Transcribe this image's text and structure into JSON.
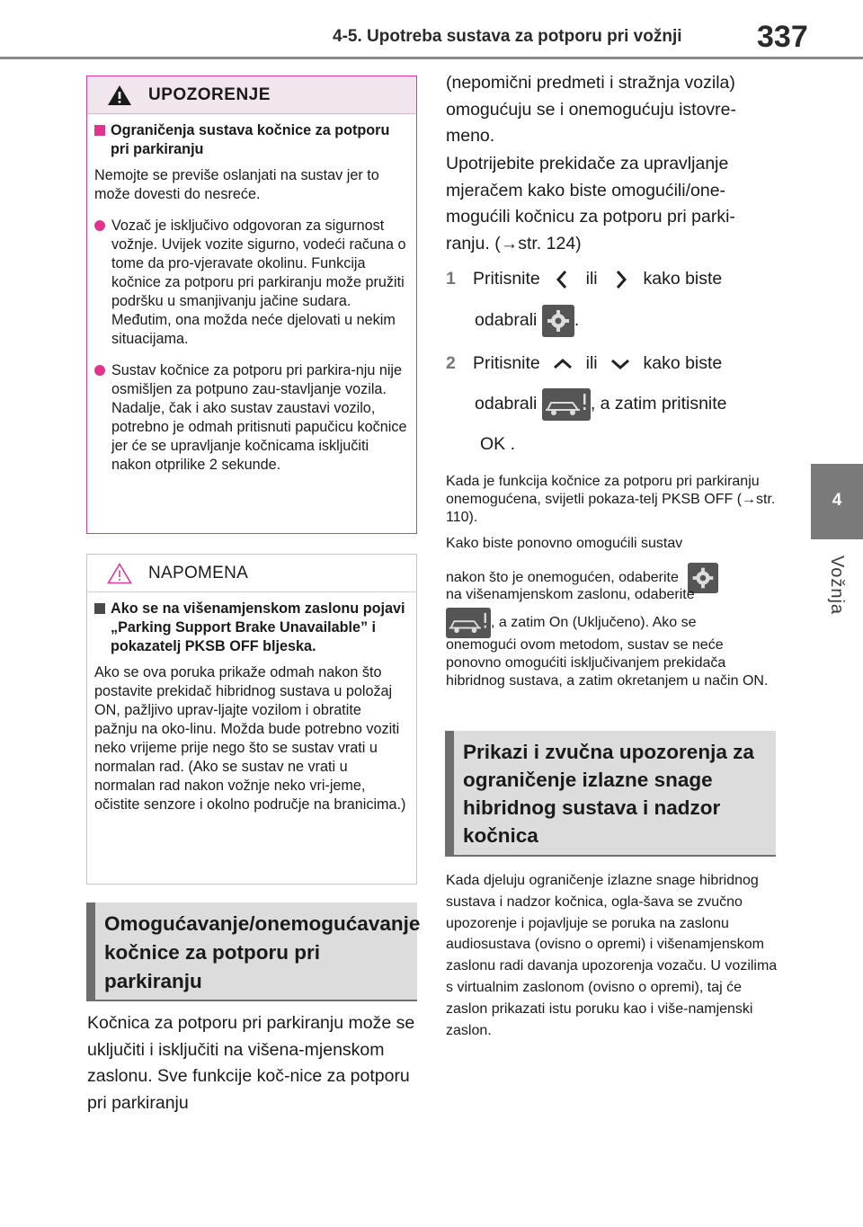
{
  "header": {
    "section_title": "4-5. Upotreba sustava za potporu pri vožnji",
    "page_number": "337"
  },
  "side_tab": {
    "number": "4",
    "label": "Vožnja"
  },
  "warning": {
    "title": "UPOZORENJE",
    "subhead_1": "Ograničenja sustava kočnice za potporu pri parkiranju",
    "para_1": "Nemojte se previše oslanjati na sustav jer to može dovesti do nesreće.",
    "bullet_1": "Vozač je isključivo odgovoran za sigurnost vožnje. Uvijek vozite sigurno, vodeći računa o tome da pro-vjeravate okolinu. Funkcija kočnice za potporu pri parkiranju može pružiti podršku u smanjivanju jačine sudara. Međutim, ona možda neće djelovati u nekim situacijama.",
    "bullet_2": "Sustav kočnice za potporu pri parkira-nju nije osmišljen za potpuno zau-stavljanje vozila. Nadalje, čak i ako sustav zaustavi vozilo, potrebno je odmah pritisnuti papučicu kočnice jer će se upravljanje kočnicama isključiti nakon otprilike 2 sekunde."
  },
  "note": {
    "title": "NAPOMENA",
    "subhead_1": "Ako se na višenamjenskom zaslonu pojavi „Parking Support Brake Unavailable” i pokazatelj PKSB OFF bljeska.",
    "para_1": "Ako se ova poruka prikaže odmah nakon što postavite prekidač hibridnog sustava u položaj ON, pažljivo uprav-ljajte vozilom i obratite pažnju na oko-linu. Možda bude potrebno voziti neko vrijeme prije nego što se sustav vrati u normalan rad. (Ako se sustav ne vrati u normalan rad nakon vožnje neko vri-jeme, očistite senzore i okolno područje na branicima.)"
  },
  "section_left": {
    "heading": "Omogućavanje/onemogućavanje kočnice za potporu pri parkiranju",
    "body": "Kočnica za potporu pri parkiranju može se uključiti i isključiti na višena-mjenskom zaslonu. Sve funkcije koč-nice za potporu pri parkiranju"
  },
  "right_col": {
    "continuation": "(nepomični predmeti i stražnja vozila) omogućuju se i onemogućuju istovre-meno.",
    "instruction": "Upotrijebite prekidače za upravljanje mjeračem kako biste omogućili/one-mogućili kočnicu za potporu pri parki-ranju. (",
    "instruction_ref": "str. 124)",
    "step_1": {
      "num": "1",
      "pre": "Pritisnite",
      "mid": "ili",
      "post": "kako biste",
      "line2_pre": "odabrali",
      "line2_post": "."
    },
    "step_2": {
      "num": "2",
      "pre": "Pritisnite",
      "mid": "ili",
      "post": "kako biste",
      "line2_pre": "odabrali",
      "line2_post": ", a zatim pritisnite",
      "ok_label": "OK",
      "ok_post": "."
    },
    "info_1": "Kada je funkcija kočnice za potporu pri parkiranju onemogućena, svijetli pokaza-telj PKSB OFF (",
    "info_1_ref": "str. 110).",
    "info_2_a": "Kako biste ponovno omogućili sustav",
    "info_2_b": "nakon što je onemogućen, odaberite",
    "info_2_c": "na višenamjenskom zaslonu, odaberite",
    "info_2_d": ", a zatim On (Uključeno). Ako se",
    "info_2_e": "onemogući ovom metodom, sustav se neće ponovno omogućiti isključivanjem prekidača hibridnog sustava, a zatim okretanjem u način ON."
  },
  "section_right": {
    "heading": "Prikazi i zvučna upozorenja za ograničenje izlazne snage hibridnog sustava i nadzor kočnica",
    "body": "Kada djeluju ograničenje izlazne snage hibridnog sustava i nadzor kočnica, ogla-šava se zvučno upozorenje i pojavljuje se poruka na zaslonu audiosustava (ovisno o opremi) i višenamjenskom zaslonu radi davanja upozorenja vozaču. U vozilima s virtualnim zaslonom (ovisno o opremi), taj će zaslon prikazati istu poruku kao i više-namjenski zaslon."
  }
}
